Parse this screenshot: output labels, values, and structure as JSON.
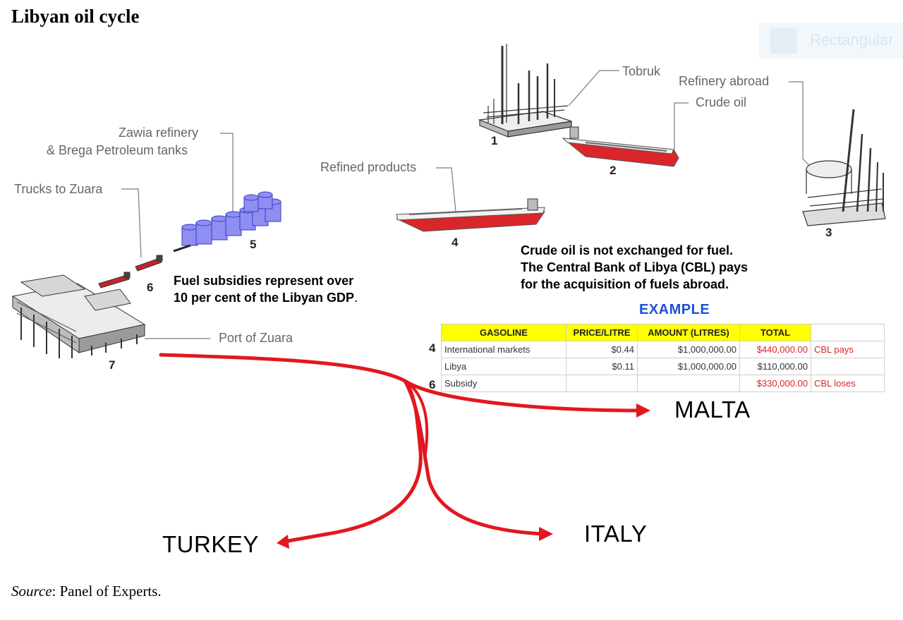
{
  "title": "Libyan oil cycle",
  "source": {
    "prefix": "Source",
    "rest": ": Panel of Experts."
  },
  "labels": {
    "tobruk": "Tobruk",
    "refinery_abroad": "Refinery abroad",
    "crude_oil": "Crude oil",
    "zawia": "Zawia refinery",
    "brega": "& Brega Petroleum tanks",
    "refined_products": "Refined products",
    "trucks": "Trucks to Zuara",
    "port": "Port of Zuara"
  },
  "numbers": {
    "n1": "1",
    "n2": "2",
    "n3": "3",
    "n4": "4",
    "n5": "5",
    "n6": "6",
    "n7": "7"
  },
  "notes": {
    "subsidy_line1": "Fuel subsidies represent over",
    "subsidy_line2": "10 per cent of the Libyan GDP",
    "subsidy_dot": ".",
    "cbl_line1": "Crude oil is not exchanged for fuel.",
    "cbl_line2": "The Central Bank of Libya (CBL) pays",
    "cbl_line3": "for the acquisition of fuels abroad."
  },
  "example": {
    "heading": "EXAMPLE",
    "headers": [
      "GASOLINE",
      "PRICE/LITRE",
      "AMOUNT (LITRES)",
      "TOTAL"
    ],
    "rows": [
      {
        "marker": "4",
        "name": "International markets",
        "price": "$0.44",
        "amount": "$1,000,000.00",
        "total": "$440,000.00",
        "note": "CBL pays"
      },
      {
        "marker": "",
        "name": "Libya",
        "price": "$0.11",
        "amount": "$1,000,000.00",
        "total": "$110,000.00",
        "note": ""
      },
      {
        "marker": "6",
        "name": "Subsidy",
        "price": "",
        "amount": "",
        "total": "$330,000.00",
        "note": "CBL loses"
      }
    ]
  },
  "destinations": {
    "malta": "MALTA",
    "turkey": "TURKEY",
    "italy": "ITALY"
  },
  "colors": {
    "route": "#e1181e",
    "ship_hull": "#d9262b",
    "tank": "#8f8ff2",
    "example_heading": "#1f4fd6",
    "table_header": "#ffff00",
    "loss_text": "#d7262b"
  }
}
